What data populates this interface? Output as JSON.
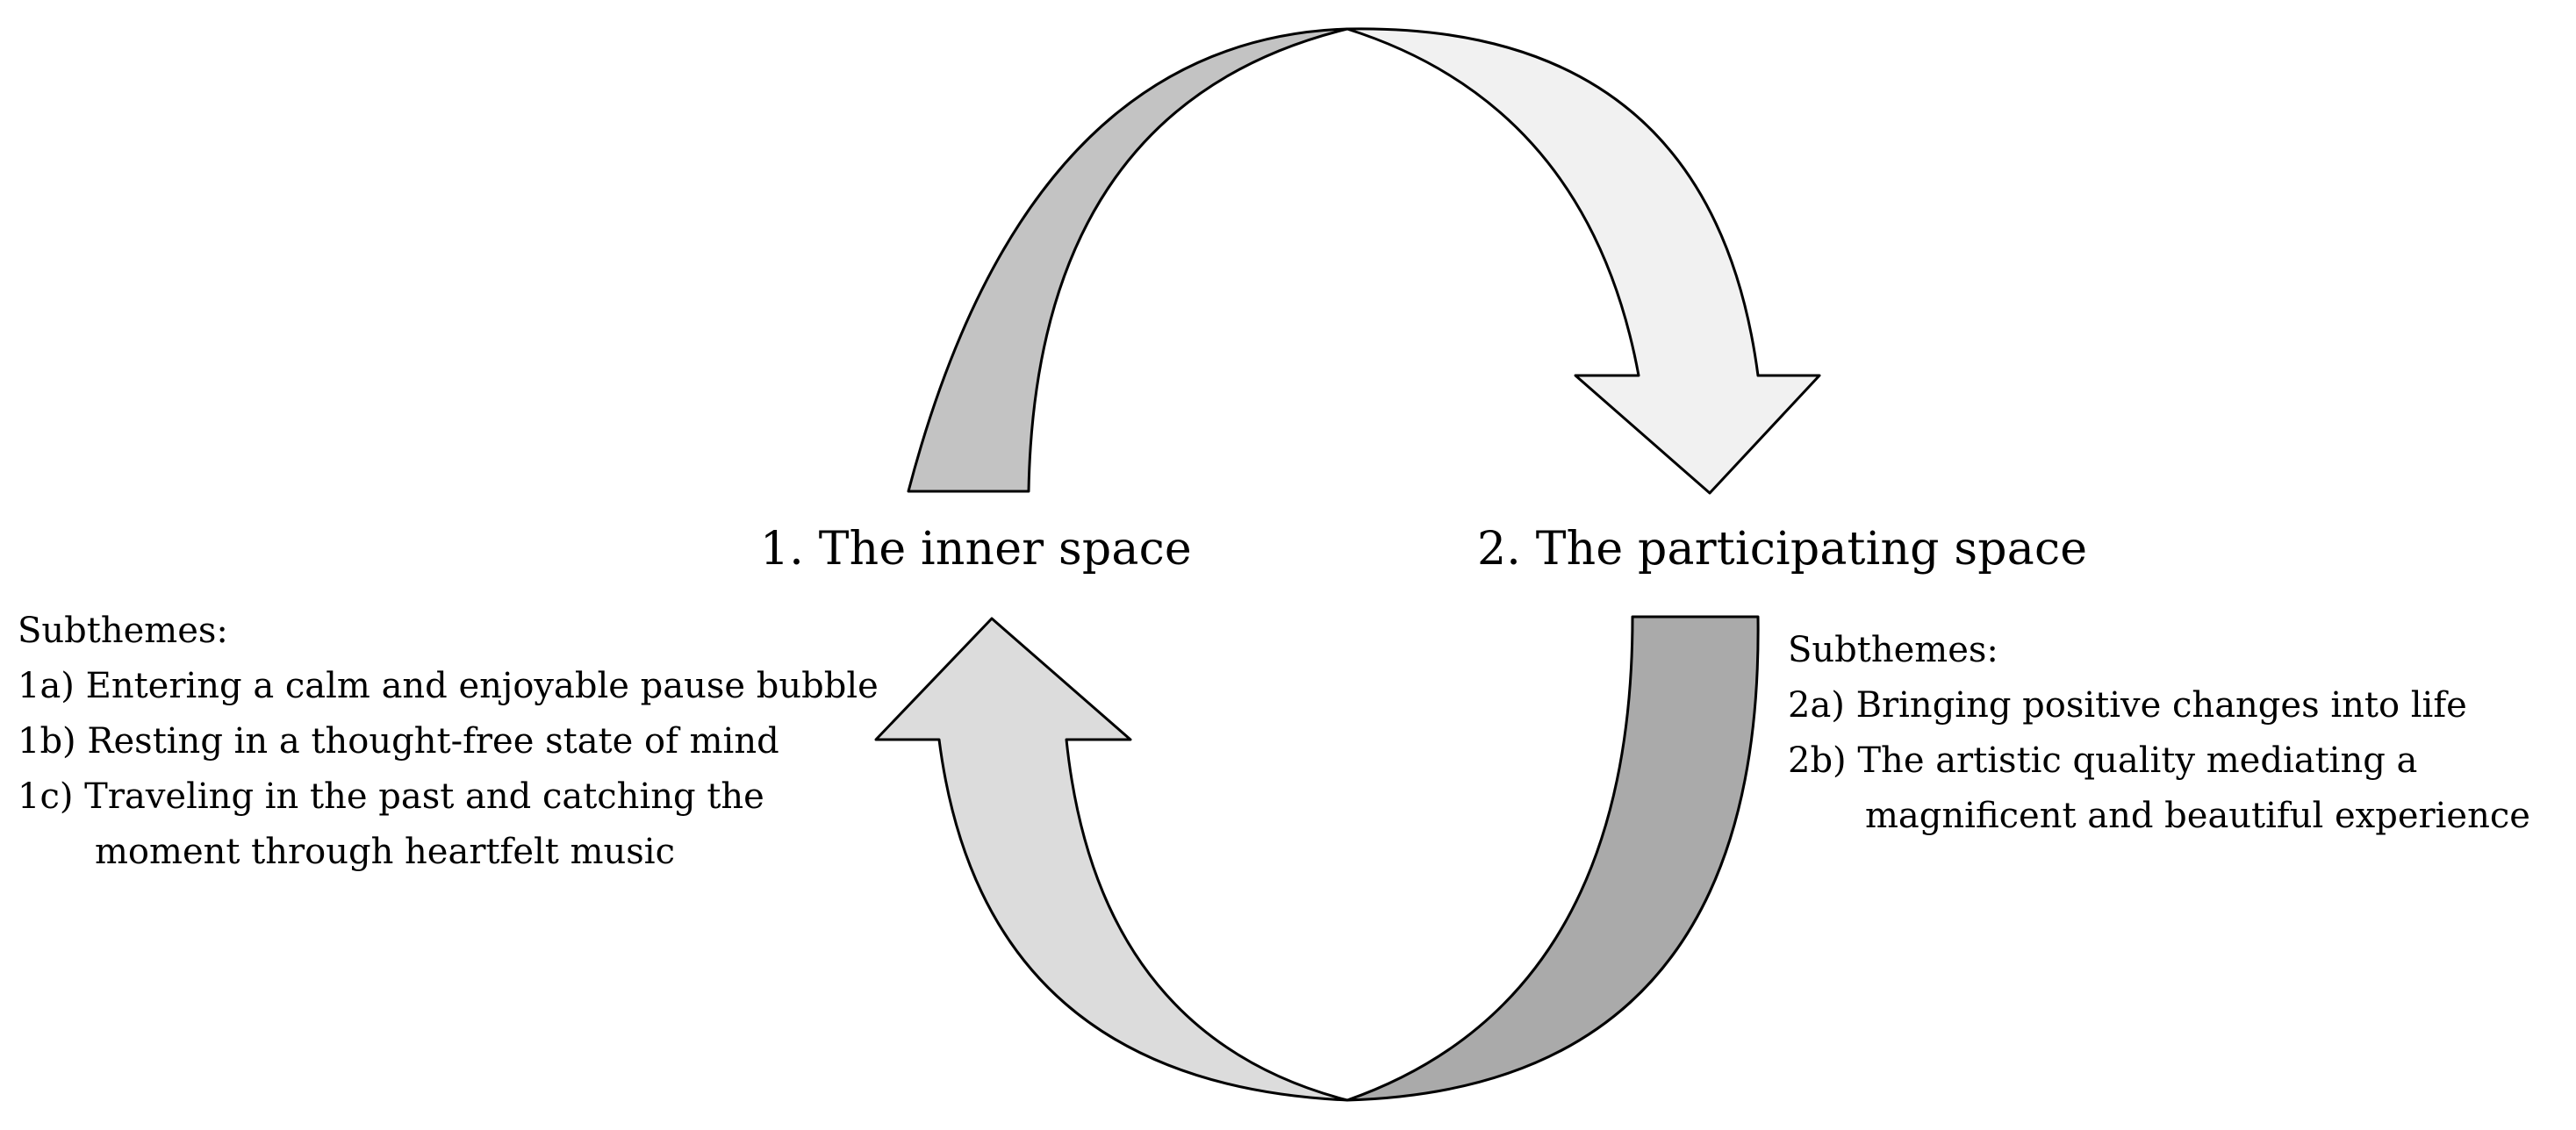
{
  "themes": {
    "inner": "1. The inner space",
    "participating": "2. The participating space"
  },
  "subthemes_left": {
    "heading": "Subthemes:",
    "items": [
      {
        "line1": "1a) Entering a calm and enjoyable pause bubble",
        "line2": ""
      },
      {
        "line1": "1b) Resting in a thought-free state of mind",
        "line2": ""
      },
      {
        "line1": "1c) Traveling in the past and catching the",
        "line2": "moment through heartfelt music"
      }
    ]
  },
  "subthemes_right": {
    "heading": "Subthemes:",
    "items": [
      {
        "line1": "2a) Bringing positive changes into life",
        "line2": ""
      },
      {
        "line1": "2b) The artistic quality mediating a",
        "line2": "magnificent and beautiful experience"
      }
    ]
  },
  "colors": {
    "top_left_band": "#c3c3c3",
    "top_right_band": "#f1f1f1",
    "bottom_left_band": "#dcdcdc",
    "bottom_right_band": "#aaaaaa",
    "outline": "#000000"
  }
}
